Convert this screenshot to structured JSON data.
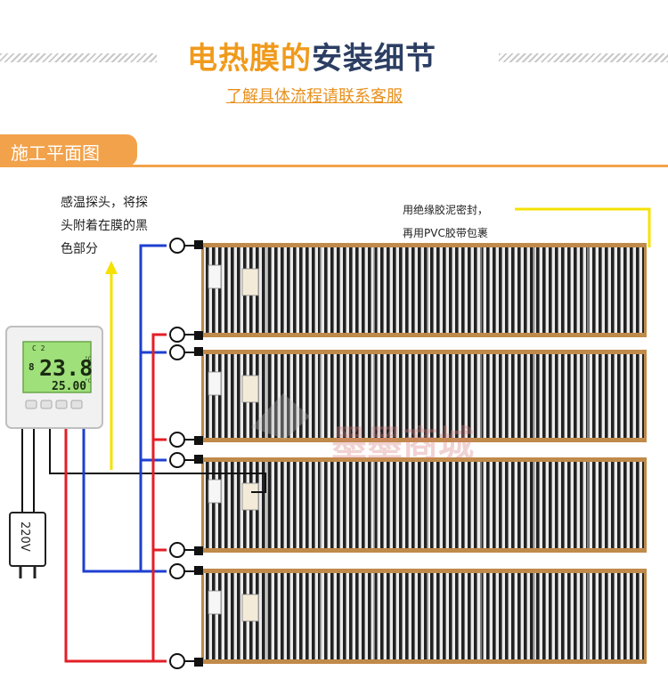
{
  "header": {
    "title_part1": "电热膜的",
    "title_part2": "安装细节",
    "contact_link": "了解具体流程请联系客服"
  },
  "section": {
    "tab_label": "施工平面图"
  },
  "diagram": {
    "sensor_note": [
      "感温探头，将探",
      "头附着在膜的黑",
      "色部分"
    ],
    "seal_note": [
      "用绝缘胶泥密封，",
      "再用PVC胶带包裹"
    ],
    "power_label": "220V",
    "thermostat": {
      "display_main": "23.8",
      "display_main_unit": "°C",
      "display_sub": "25.00",
      "display_sub_unit": "°C",
      "display_small": "C 2",
      "display_mode": "8"
    },
    "panel_count": 4,
    "watermark": "墨墨商城"
  },
  "colors": {
    "accent_orange": "#f09a1c",
    "title_navy": "#2c3e63",
    "wire_red": "#e41e26",
    "wire_blue": "#1f3fd1",
    "wire_black": "#111111",
    "wire_yellow": "#f5e100",
    "lcd_green": "#9fe07a",
    "film_copper": "#c08a4a"
  }
}
